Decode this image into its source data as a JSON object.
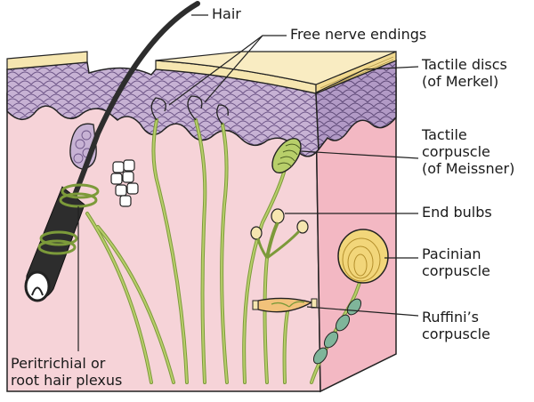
{
  "labels": {
    "hair": "Hair",
    "free_nerve_endings": "Free nerve endings",
    "tactile_discs": [
      "Tactile discs",
      "(of Merkel)"
    ],
    "tactile_corpuscle": [
      "Tactile",
      "corpuscle",
      "(of Meissner)"
    ],
    "end_bulbs": "End bulbs",
    "pacinian": [
      "Pacinian",
      "corpuscle"
    ],
    "ruffini": [
      "Ruffini’s",
      "corpuscle"
    ],
    "root_hair_plexus": [
      "Peritrichial or",
      "root hair plexus"
    ]
  },
  "colors": {
    "dermis": "#f6d3d8",
    "dermis_side": "#f3b8c3",
    "epidermis": "#c7b2d4",
    "epidermis_dark": "#a58dbb",
    "stratum_corneum": "#f6e6b0",
    "nerve": "#b8cf6a",
    "nerve_dark": "#7c9a3a",
    "pacinian": "#f2d67a",
    "hair": "#2d2d2d",
    "outline": "#222222"
  }
}
